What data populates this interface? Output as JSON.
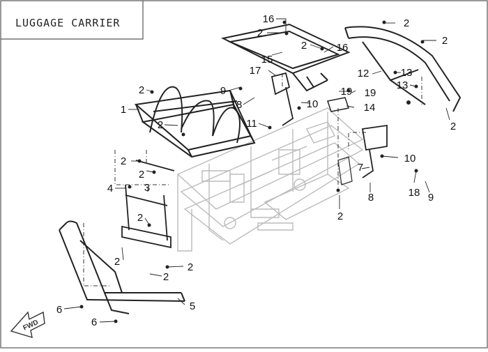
{
  "title": "LUGGAGE CARRIER",
  "fwd_label": "FWD",
  "callouts": [
    "16",
    "2",
    "2",
    "2",
    "2",
    "16",
    "15",
    "17",
    "12",
    "13",
    "9",
    "18",
    "2",
    "1",
    "2",
    "19",
    "19",
    "13",
    "10",
    "14",
    "2",
    "11",
    "2",
    "2",
    "3",
    "4",
    "10",
    "7",
    "8",
    "18",
    "9",
    "2",
    "2",
    "2",
    "2",
    "2",
    "6",
    "5",
    "6"
  ]
}
